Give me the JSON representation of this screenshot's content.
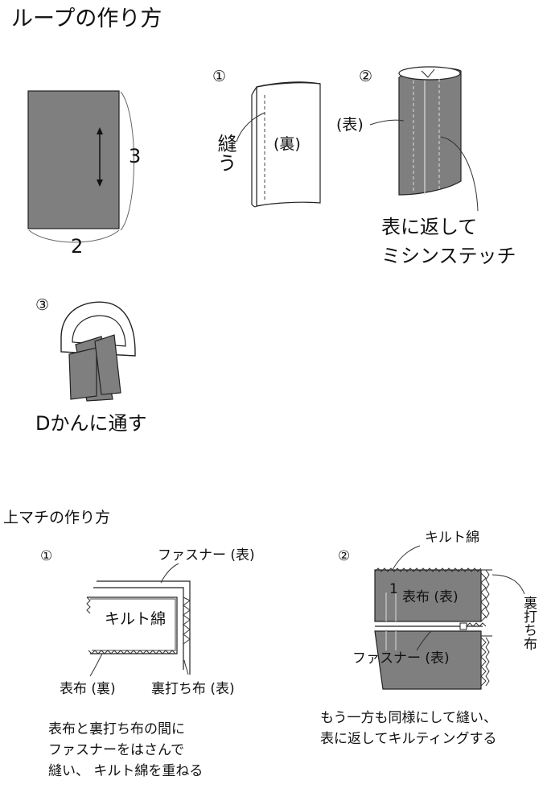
{
  "loop": {
    "title": "ループの作り方",
    "fabric": {
      "width_label": "2",
      "height_label": "3"
    },
    "step1": {
      "num": "①",
      "sew_label": "縫う",
      "side_label": "(裏)"
    },
    "step2": {
      "num": "②",
      "side_label": "(表)",
      "note_line1": "表に返して",
      "note_line2": "ミシンステッチ"
    },
    "step3": {
      "num": "③",
      "caption": "Dかんに通す"
    }
  },
  "gusset": {
    "title": "上マチの作り方",
    "step1": {
      "num": "①",
      "zipper_label": "ファスナー (表)",
      "batting_label": "キルト綿",
      "outer_label": "表布 (裏)",
      "lining_label": "裏打ち布 (表)",
      "note_lines": [
        "表布と裏打ち布の間に",
        "ファスナーをはさんで",
        "縫い、 キルト綿を重ねる"
      ]
    },
    "step2": {
      "num": "②",
      "batting_label": "キルト綿",
      "measure_label": "1",
      "outer_label": "表布 (表)",
      "lining_label": "裏打ち布",
      "zipper_label": "ファスナー (表)",
      "note_lines": [
        "もう一方も同様にして縫い、",
        "表に返してキルティングする"
      ]
    }
  }
}
